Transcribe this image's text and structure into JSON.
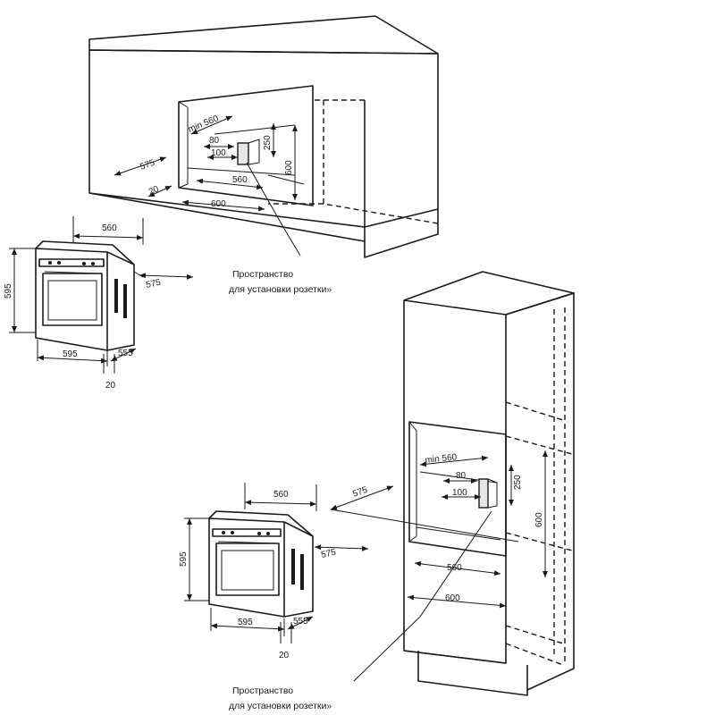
{
  "diagram": {
    "top": {
      "niche": {
        "min_width": "min 560",
        "d80": "80",
        "d100": "100",
        "d250": "250",
        "d600_h": "600",
        "d575": "575",
        "d20": "20",
        "d560": "560",
        "d600_w": "600"
      },
      "oven": {
        "w_top": "560",
        "h": "595",
        "d575": "575",
        "w": "595",
        "d": "555",
        "d20": "20"
      },
      "socket_note": [
        "Пространство",
        "для установки розетки»"
      ]
    },
    "bottom": {
      "niche": {
        "min_width": "min 560",
        "d80": "80",
        "d100": "100",
        "d250": "250",
        "d600_h": "600",
        "d575": "575",
        "d560": "560",
        "d600_w": "600"
      },
      "oven": {
        "w_top": "560",
        "h": "595",
        "d575": "575",
        "w": "595",
        "d": "555",
        "d20": "20"
      },
      "socket_note": [
        "Пространство",
        "для установки розетки»"
      ]
    }
  }
}
